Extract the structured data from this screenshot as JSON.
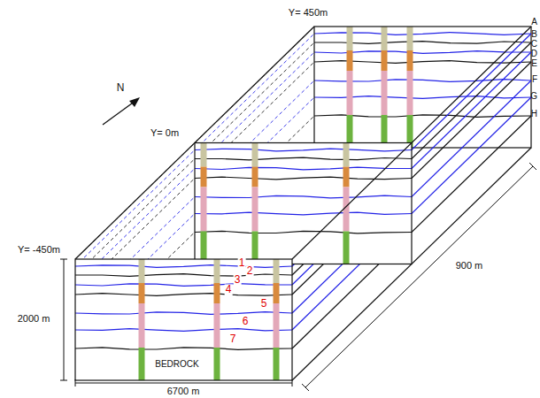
{
  "diagram": {
    "labels": [
      "Y= 450m",
      "A",
      "B",
      "C",
      "D",
      "E",
      "F",
      "G",
      "H",
      "N",
      "Y= 0m",
      "Y= -450m",
      "1",
      "2",
      "3",
      "4",
      "5",
      "6",
      "7",
      "2000 m",
      "BEDROCK",
      "900 m",
      "6700 m"
    ]
  }
}
